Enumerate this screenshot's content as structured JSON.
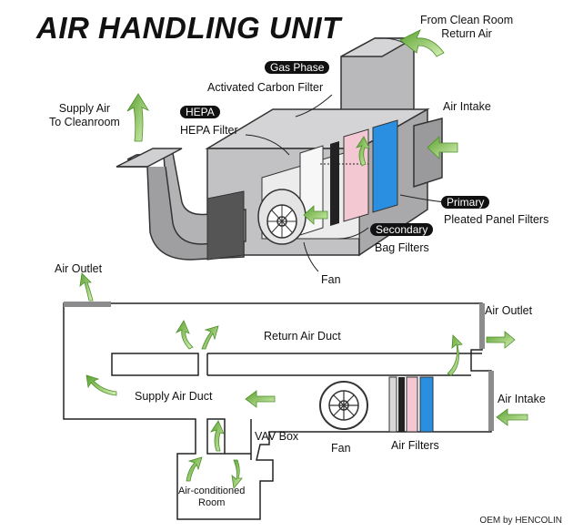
{
  "title": "AIR HANDLING UNIT",
  "top_diagram": {
    "from_clean_room": [
      "From Clean Room",
      "Return Air"
    ],
    "gas_phase_tag": "Gas Phase",
    "gas_phase_label": "Activated Carbon Filter",
    "hepa_tag": "HEPA",
    "hepa_label": "HEPA Filter",
    "supply_air": [
      "Supply Air",
      "To Cleanroom"
    ],
    "air_intake": "Air Intake",
    "primary_tag": "Primary",
    "primary_label": "Pleated Panel Filters",
    "secondary_tag": "Secondary",
    "secondary_label": "Bag Filters",
    "fan": "Fan"
  },
  "bottom_diagram": {
    "air_outlet_left": "Air Outlet",
    "air_outlet_right": "Air Outlet",
    "return_air_duct": "Return Air Duct",
    "supply_air_duct": "Supply Air Duct",
    "air_intake": "Air Intake",
    "vav_box": "VAV Box",
    "fan": "Fan",
    "air_filters": "Air Filters",
    "room": [
      "Air-conditioned",
      "Room"
    ]
  },
  "credit": "OEM by HENCOLIN",
  "colors": {
    "duct_gray": "#a9a9ab",
    "duct_dark": "#8c8c8e",
    "arrow_green": "#7fbf4d",
    "filter_blue": "#2a8fe0",
    "filter_pink": "#f3c8d2",
    "filter_black": "#222222"
  }
}
